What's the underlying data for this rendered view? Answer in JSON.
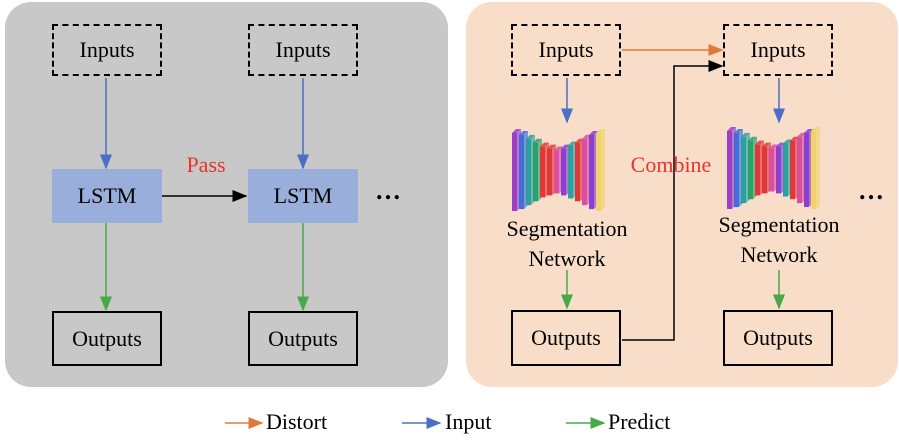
{
  "left_panel": {
    "inputs_1": "Inputs",
    "inputs_2": "Inputs",
    "lstm_1": "LSTM",
    "lstm_2": "LSTM",
    "pass_label": "Pass",
    "ellipsis": "…",
    "outputs_1": "Outputs",
    "outputs_2": "Outputs"
  },
  "right_panel": {
    "inputs_1": "Inputs",
    "inputs_2": "Inputs",
    "seg_net_1_line1": "Segmentation",
    "seg_net_1_line2": "Network",
    "seg_net_2_line1": "Segmentation",
    "seg_net_2_line2": "Network",
    "combine_label": "Combine",
    "ellipsis": "…",
    "outputs_1": "Outputs",
    "outputs_2": "Outputs"
  },
  "legend": {
    "distort": "Distort",
    "input": "Input",
    "predict": "Predict"
  },
  "colors": {
    "distort_arrow": "#e07a3a",
    "input_arrow": "#4a6fc7",
    "predict_arrow": "#4aa84a",
    "pass_arrow": "#000000",
    "highlight_text": "#e8342e",
    "lstm_fill": "#9aaedc",
    "left_panel_bg": "#c9c8c8",
    "right_panel_bg": "#f8dec8"
  },
  "network_layer_colors": [
    "#9b3fc9",
    "#3f6fd9",
    "#2aa0a0",
    "#2aa06a",
    "#e0383a",
    "#e0383a",
    "#d94fa0",
    "#8a3fd0",
    "#2aa0a0",
    "#e0383a",
    "#d94fa0",
    "#8a3fd0",
    "#f1d36b"
  ]
}
